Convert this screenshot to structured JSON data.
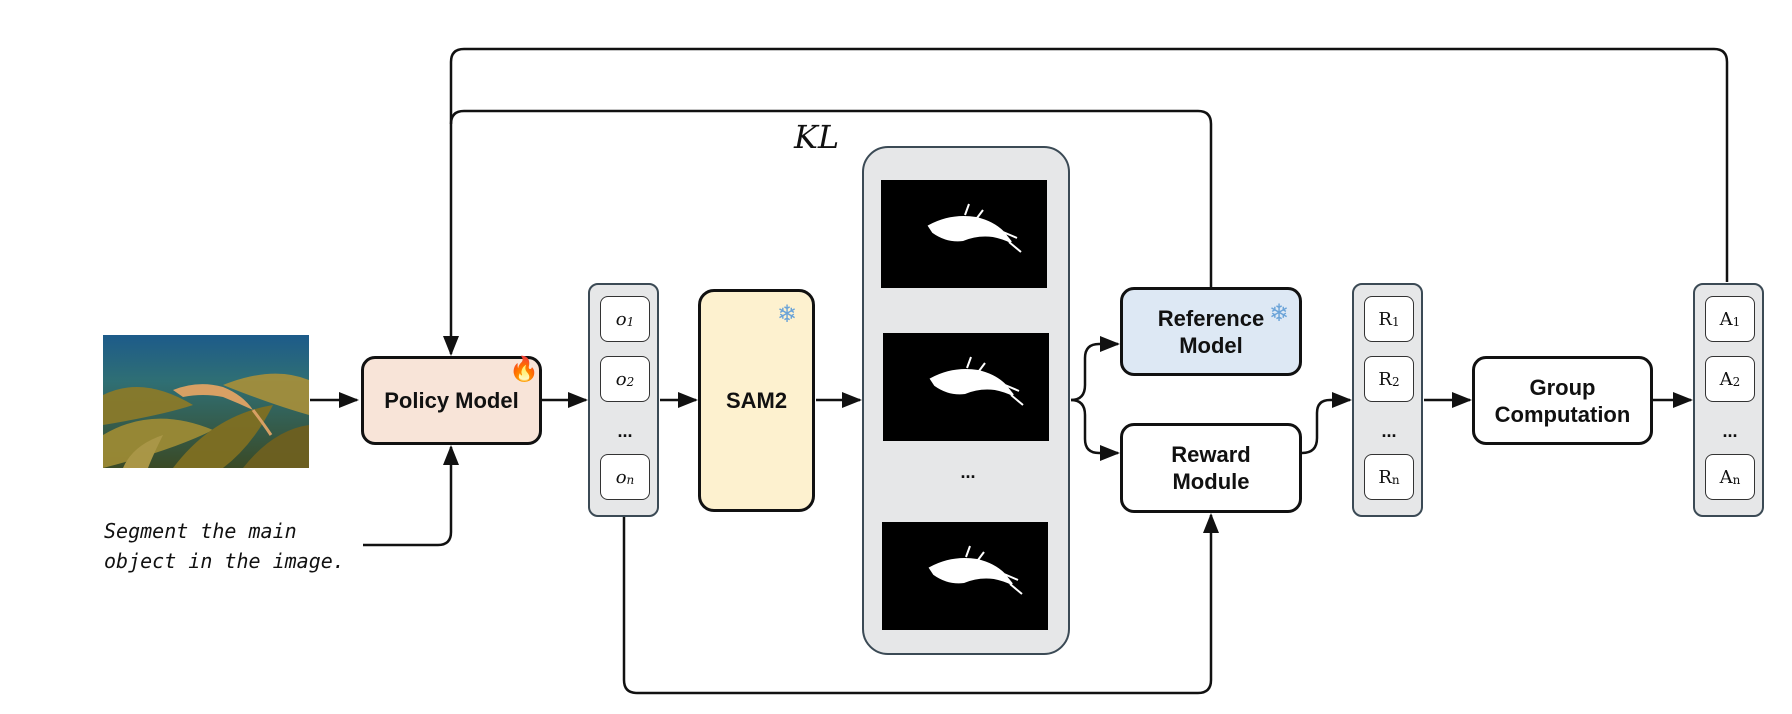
{
  "prompt_text": "Segment the main\nobject in the image.",
  "kl_label": "KL",
  "policy_model": {
    "label": "Policy Model",
    "icon": "fire-icon"
  },
  "sam2": {
    "label": "SAM2",
    "icon": "snowflake-icon"
  },
  "reference_model": {
    "label": "Reference\nModel",
    "icon": "snowflake-icon"
  },
  "reward_module": {
    "label": "Reward\nModule"
  },
  "group_computation": {
    "label": "Group\nComputation"
  },
  "masks_dots": "...",
  "outputs": {
    "letter": "o",
    "items": [
      "1",
      "2",
      "n"
    ],
    "dots": "..."
  },
  "rewards": {
    "letter": "R",
    "items": [
      "1",
      "2",
      "n"
    ],
    "dots": "..."
  },
  "advantages": {
    "letter": "A",
    "items": [
      "1",
      "2",
      "n"
    ],
    "dots": "..."
  },
  "colors": {
    "policy_fill": "#f8e4d8",
    "sam2_fill": "#fdf1cf",
    "reference_fill": "#dde8f4",
    "column_fill": "#e6e7e8",
    "column_border": "#3b4a55"
  }
}
